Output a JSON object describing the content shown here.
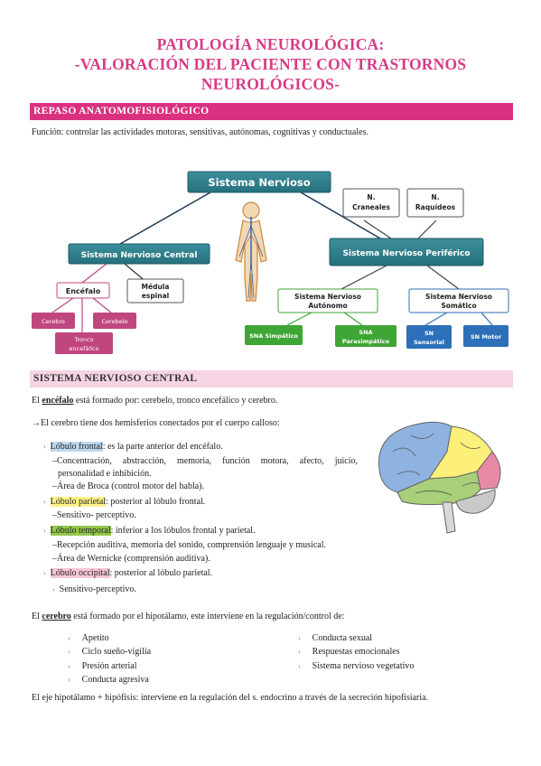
{
  "title": {
    "line1": "PATOLOGÍA NEUROLÓGICA:",
    "line2": "-VALORACIÓN DEL PACIENTE CON TRASTORNOS",
    "line3": "NEUROLÓGICOS-"
  },
  "section1": {
    "heading": "REPASO ANATOMOFISIOLÓGICO",
    "function_text": "Función: controlar las actividades motoras, sensitivas, autónomas, cognitivas y conductuales."
  },
  "diagram": {
    "sistema_nervioso": "Sistema Nervioso",
    "snc": "Sistema Nervioso Central",
    "snp": "Sistema Nervioso Periférico",
    "n_craneales_1": "N.",
    "n_craneales_2": "Craneales",
    "n_raquideos_1": "N.",
    "n_raquideos_2": "Raquídeos",
    "encefalo": "Encéfalo",
    "medula_1": "Médula",
    "medula_2": "espinal",
    "cerebro": "Cerebro",
    "cerebelo": "Cerebelo",
    "tronco_1": "Tronco",
    "tronco_2": "encefálico",
    "sna_1": "Sistema Nervioso",
    "sna_2": "Autónomo",
    "sns_1": "Sistema Nervioso",
    "sns_2": "Somático",
    "simpatico": "SNA Simpático",
    "parasimpatico_1": "SNA",
    "parasimpatico_2": "Parasimpático",
    "sensorial_1": "SN",
    "sensorial_2": "Sensorial",
    "motor": "SN Motor",
    "colors": {
      "teal": "#2f7f8c",
      "pink": "#c0467f",
      "green": "#3fa535",
      "blue": "#2d6fb8"
    }
  },
  "section2": {
    "heading": "SISTEMA NERVIOSO CENTRAL",
    "encefalo_pre": "El ",
    "encefalo_word": "encéfalo",
    "encefalo_post": " está formado por: cerebelo, tronco encefálico y cerebro.",
    "hemisferios": "→El cerebro tiene dos hemisferios conectados por el cuerpo calloso:",
    "frontal_label": "Lóbulo frontal",
    "frontal_desc": ": es la parte anterior del encéfalo.",
    "frontal_sub1": "–Concentración, abstracción, memoria, función motora, afecto, juicio,",
    "frontal_sub1b": "personalidad e inhibición.",
    "frontal_sub2": "–Área de Broca (control motor del habla).",
    "parietal_label": "Lóbulo parietal",
    "parietal_desc": ": posterior al lóbulo frontal.",
    "parietal_sub1": "–Sensitivo- perceptivo.",
    "temporal_label": "Lóbulo temporal",
    "temporal_desc": ": inferior a los lóbulos frontal y parietal.",
    "temporal_sub1": "–Recepción auditiva, memoria del sonido, comprensión lenguaje y musical.",
    "temporal_sub2": "–Área de Wernicke (comprensión auditiva).",
    "occipital_label": "Lóbulo occipital",
    "occipital_desc": ": posterior al lóbulo parietal.",
    "occipital_sub1": "Sensitivo-perceptivo.",
    "cerebro_pre": "El ",
    "cerebro_word": "cerebro",
    "cerebro_post": " está formado por el hipotálamo, este interviene en la regulación/control de:",
    "list_left": [
      "Apetito",
      "Ciclo sueño-vigilia",
      "Presión arterial",
      "Conducta agresiva"
    ],
    "list_right": [
      "Conducta sexual",
      "Respuestas emocionales",
      "Sistema nervioso vegetativo"
    ],
    "eje": "El eje hipotálamo + hipófisis: interviene en la regulación del s. endocrino a través de la secreción hipofisiaria."
  }
}
